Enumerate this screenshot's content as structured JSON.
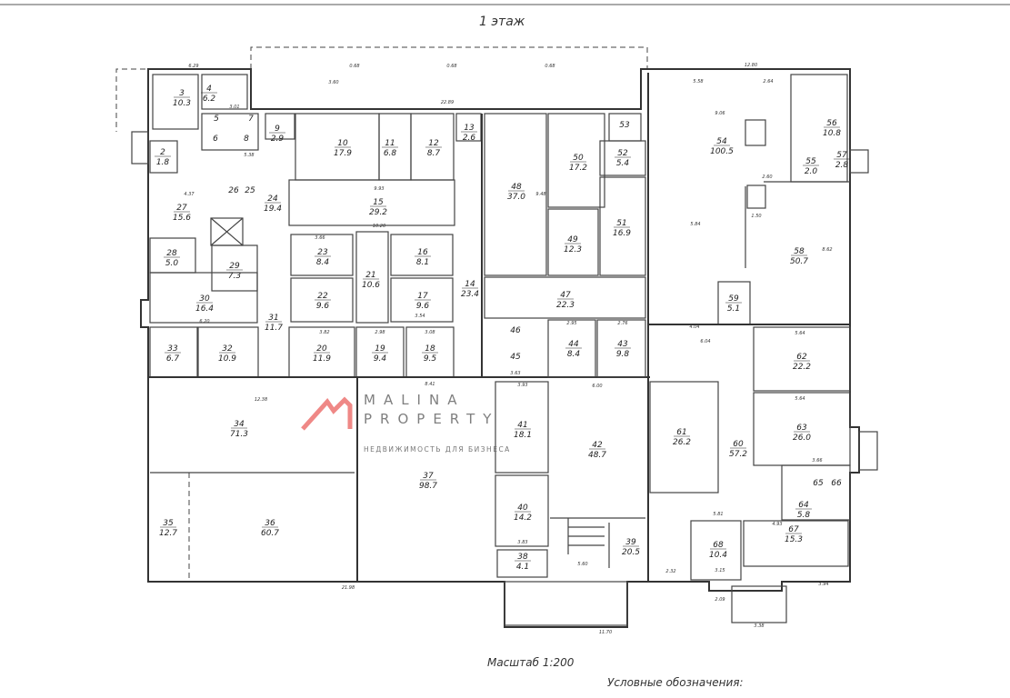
{
  "title": "1 этаж",
  "scale_label": "Масштаб 1:200",
  "legend_label": "Условные обозначения:",
  "watermark": {
    "line1": "MALINA",
    "line2": "PROPERTY",
    "tagline": "НЕДВИЖИМОСТЬ ДЛЯ БИЗНЕСА",
    "color": "#e53935"
  },
  "rooms": [
    {
      "no": "2",
      "area": "1.8"
    },
    {
      "no": "3",
      "area": "10.3"
    },
    {
      "no": "4",
      "area": "6.2"
    },
    {
      "no": "5",
      "area": ""
    },
    {
      "no": "6",
      "area": ""
    },
    {
      "no": "7",
      "area": ""
    },
    {
      "no": "8",
      "area": ""
    },
    {
      "no": "9",
      "area": "2.9"
    },
    {
      "no": "10",
      "area": "17.9"
    },
    {
      "no": "11",
      "area": "6.8"
    },
    {
      "no": "12",
      "area": "8.7"
    },
    {
      "no": "13",
      "area": "2.6"
    },
    {
      "no": "14",
      "area": "23.4"
    },
    {
      "no": "15",
      "area": "29.2"
    },
    {
      "no": "16",
      "area": "8.1"
    },
    {
      "no": "17",
      "area": "9.6"
    },
    {
      "no": "18",
      "area": "9.5"
    },
    {
      "no": "19",
      "area": "9.4"
    },
    {
      "no": "20",
      "area": "11.9"
    },
    {
      "no": "21",
      "area": "10.6"
    },
    {
      "no": "22",
      "area": "9.6"
    },
    {
      "no": "23",
      "area": "8.4"
    },
    {
      "no": "24",
      "area": "19.4"
    },
    {
      "no": "25",
      "area": ""
    },
    {
      "no": "26",
      "area": ""
    },
    {
      "no": "27",
      "area": "15.6"
    },
    {
      "no": "28",
      "area": "5.0"
    },
    {
      "no": "29",
      "area": "7.3"
    },
    {
      "no": "30",
      "area": "16.4"
    },
    {
      "no": "31",
      "area": "11.7"
    },
    {
      "no": "32",
      "area": "10.9"
    },
    {
      "no": "33",
      "area": "6.7"
    },
    {
      "no": "34",
      "area": "71.3"
    },
    {
      "no": "35",
      "area": "12.7"
    },
    {
      "no": "36",
      "area": "60.7"
    },
    {
      "no": "37",
      "area": "98.7"
    },
    {
      "no": "38",
      "area": "4.1"
    },
    {
      "no": "39",
      "area": "20.5"
    },
    {
      "no": "40",
      "area": "14.2"
    },
    {
      "no": "41",
      "area": "18.1"
    },
    {
      "no": "42",
      "area": "48.7"
    },
    {
      "no": "43",
      "area": "9.8"
    },
    {
      "no": "44",
      "area": "8.4"
    },
    {
      "no": "45",
      "area": ""
    },
    {
      "no": "46",
      "area": ""
    },
    {
      "no": "47",
      "area": "22.3"
    },
    {
      "no": "48",
      "area": "37.0"
    },
    {
      "no": "49",
      "area": "12.3"
    },
    {
      "no": "50",
      "area": "17.2"
    },
    {
      "no": "51",
      "area": "16.9"
    },
    {
      "no": "52",
      "area": "5.4"
    },
    {
      "no": "53",
      "area": ""
    },
    {
      "no": "54",
      "area": "100.5"
    },
    {
      "no": "55",
      "area": "2.0"
    },
    {
      "no": "56",
      "area": "10.8"
    },
    {
      "no": "57",
      "area": "2.8"
    },
    {
      "no": "58",
      "area": "50.7"
    },
    {
      "no": "59",
      "area": "5.1"
    },
    {
      "no": "60",
      "area": "57.2"
    },
    {
      "no": "61",
      "area": "26.2"
    },
    {
      "no": "62",
      "area": "22.2"
    },
    {
      "no": "63",
      "area": "26.0"
    },
    {
      "no": "64",
      "area": "5.8"
    },
    {
      "no": "65",
      "area": ""
    },
    {
      "no": "66",
      "area": ""
    },
    {
      "no": "67",
      "area": "15.3"
    },
    {
      "no": "68",
      "area": "10.4"
    }
  ],
  "dimensions": [
    "6.29",
    "22.89",
    "12.80",
    "3.60",
    "0.68",
    "0.68",
    "0.68",
    "9.93",
    "10.20",
    "12.38",
    "21.98",
    "11.70",
    "3.38",
    "3.94",
    "2.09",
    "2.32",
    "8.41",
    "6.00",
    "5.64",
    "5.64",
    "4.04",
    "6.04",
    "9.06",
    "5.58",
    "2.64",
    "9.48",
    "5.84",
    "8.62",
    "6.20",
    "4.37",
    "3.01",
    "5.38",
    "2.60",
    "1.50",
    "3.66",
    "5.81",
    "4.93",
    "3.15",
    "5.60",
    "3.83",
    "3.93",
    "2.95",
    "2.76",
    "3.63",
    "3.54",
    "3.82",
    "2.98",
    "3.08",
    "3.66"
  ]
}
